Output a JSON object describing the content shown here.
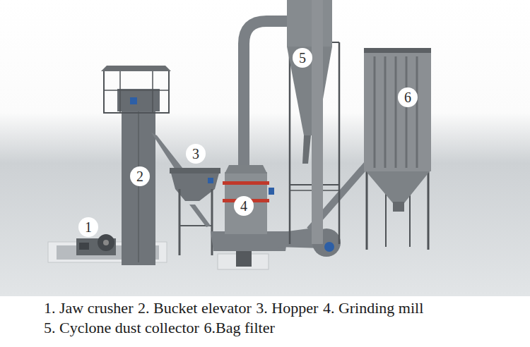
{
  "diagram": {
    "labels": [
      "1",
      "2",
      "3",
      "4",
      "5",
      "6",
      "1. Jaw crusher",
      "2. Bucket elevator",
      "3. Hopper",
      "4. Grinding mill",
      "5. Cyclone dust collector",
      "6.Bag filter"
    ]
  }
}
